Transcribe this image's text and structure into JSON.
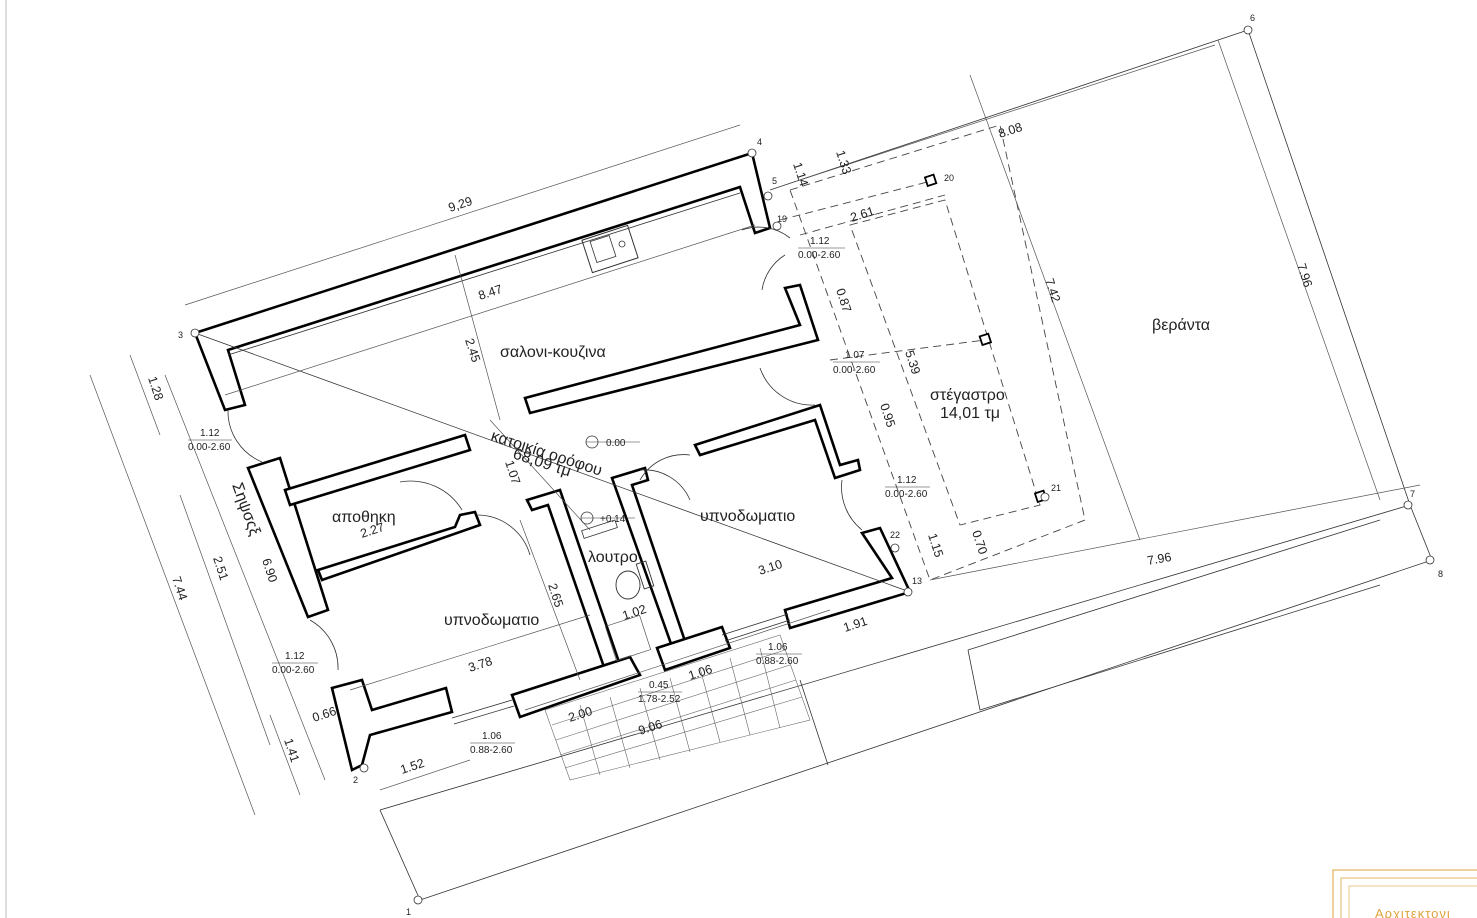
{
  "rooms": {
    "living_kitchen": "σαλονι-κουζινα",
    "floor_plan_label": "κατοικία ορόφου",
    "floor_plan_area": "68,09 τμ",
    "storage": "αποθηκη",
    "bedroom_right": "υπνοδωματιο",
    "bedroom_left": "υπνοδωματιο",
    "bathroom": "λουτρο",
    "shelter": "στέγαστρο",
    "shelter_area": "14,01 τμ",
    "veranda": "βεράντα",
    "facade": "Σηψσςξ"
  },
  "levels": {
    "level_main": "0.00",
    "level_bath": "+0.14"
  },
  "dimensions": {
    "top_length": "9,29",
    "kitchen_length": "8.47",
    "kitchen_depth": "2.45",
    "veranda_top": "8.08",
    "veranda_side": "7.96",
    "veranda_bottom": "7.96",
    "shelter_outer": "7.42",
    "shelter_inner": "5.39",
    "shelter_top": "2.61",
    "d_1_14": "1.14",
    "d_1_33": "1.33",
    "d_0_87": "0.87",
    "d_0_95": "0.95",
    "d_1_15": "1.15",
    "d_0_70": "0.70",
    "d_1_07_top": "1.07",
    "d_1_07_mid": "1.07",
    "d_2_27": "2.27",
    "d_2_65": "2.65",
    "d_3_10": "3.10",
    "d_1_02": "1.02",
    "d_3_78": "3.78",
    "d_1_06": "1.06",
    "d_1_91": "1.91",
    "d_2_00": "2.00",
    "d_9_06": "9.06",
    "d_1_52": "1.52",
    "d_0_66": "0.66",
    "d_1_41": "1.41",
    "d_2_51": "2.51",
    "d_6_90": "6.90",
    "d_7_44": "7.44",
    "d_1_28": "1.28"
  },
  "openings": [
    {
      "width": "1.12",
      "height": "0.00-2.60"
    },
    {
      "width": "1.07",
      "height": "0.00-2.60"
    },
    {
      "width": "1.12",
      "height": "0.00-2.60"
    },
    {
      "width": "1.12",
      "height": "0.00-2.60"
    },
    {
      "width": "1.12",
      "height": "0.00-2.60"
    },
    {
      "width": "1.06",
      "height": "0.88-2.60"
    },
    {
      "width": "1.06",
      "height": "0.88-2.60"
    },
    {
      "width": "0.45",
      "height": "1.78-2.52"
    }
  ],
  "points": [
    "1",
    "2",
    "3",
    "4",
    "5",
    "6",
    "7",
    "8",
    "13",
    "19",
    "20",
    "21",
    "22"
  ],
  "title_block": {
    "text": "Αρχιτεκτονι"
  },
  "colors": {
    "line": "#000000",
    "title_accent": "#e0a23c"
  }
}
